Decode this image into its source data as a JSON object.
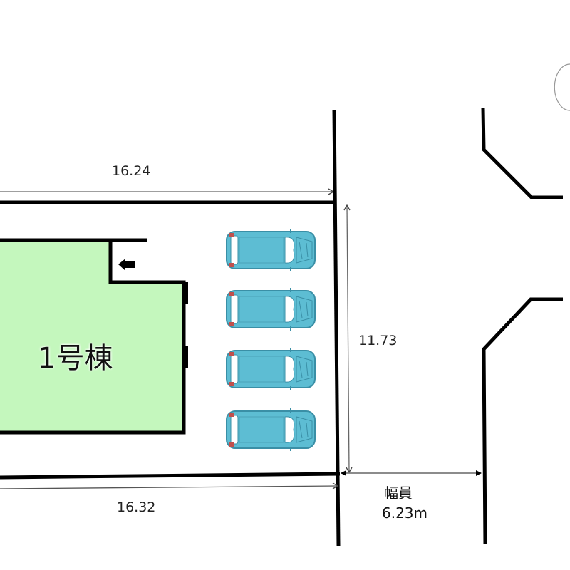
{
  "diagram": {
    "type": "site-plan",
    "building": {
      "label": "1号棟",
      "fill_color": "#c4f7bd",
      "entrance_arrow": "arrow-left-icon"
    },
    "dimensions": {
      "top_frontage": "16.24",
      "bottom_frontage": "16.32",
      "side_depth": "11.73"
    },
    "road": {
      "width_label": "幅員",
      "width_value": "6.23m"
    },
    "parking": {
      "car_count": 4,
      "car_color": "#5dbdd3",
      "car_icon": "car-top-view-icon"
    },
    "colors": {
      "lines": "#000000",
      "dimension_lines": "#555555",
      "building": "#c4f7bd",
      "car_body": "#5dbdd3",
      "car_lights": "#c0504d"
    }
  }
}
